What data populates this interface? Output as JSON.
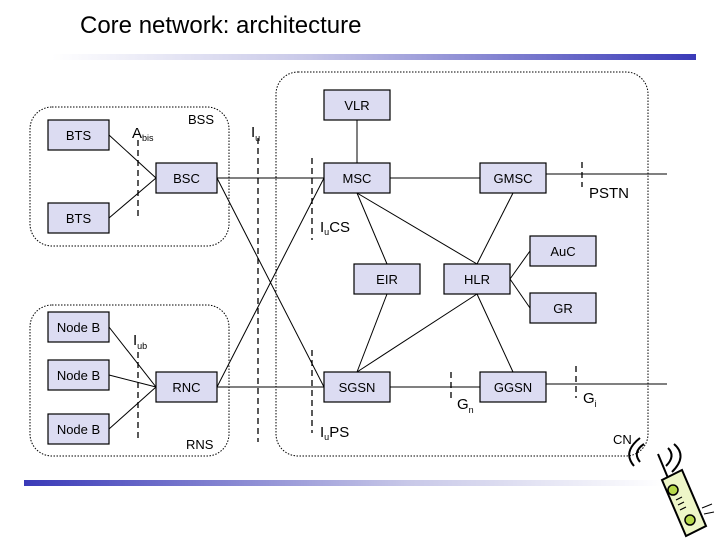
{
  "slide": {
    "title": "Core network: architecture",
    "accent_color": "#3a3ab8",
    "box_fill": "#dcdcf2"
  },
  "containers": {
    "bss": "BSS",
    "rns": "RNS",
    "cn": "CN"
  },
  "nodes": {
    "bts1": "BTS",
    "bts2": "BTS",
    "bsc": "BSC",
    "nodeb1": "Node B",
    "nodeb2": "Node B",
    "nodeb3": "Node B",
    "rnc": "RNC",
    "vlr": "VLR",
    "msc": "MSC",
    "gmsc": "GMSC",
    "auc": "AuC",
    "eir": "EIR",
    "hlr": "HLR",
    "gr": "GR",
    "sgsn": "SGSN",
    "ggsn": "GGSN"
  },
  "interfaces": {
    "abis_main": "A",
    "abis_sub": "bis",
    "iu_main": "I",
    "iu_sub": "u",
    "iub_main": "I",
    "iub_sub": "ub",
    "iucs_main": "I",
    "iucs_sub": "u",
    "iucs_suffix": "CS",
    "iups_main": "I",
    "iups_sub": "u",
    "iups_suffix": "PS",
    "gn_main": "G",
    "gn_sub": "n",
    "gi_main": "G",
    "gi_sub": "i",
    "pstn": "PSTN"
  },
  "icons": {
    "phone": "mobile-phone-icon"
  }
}
